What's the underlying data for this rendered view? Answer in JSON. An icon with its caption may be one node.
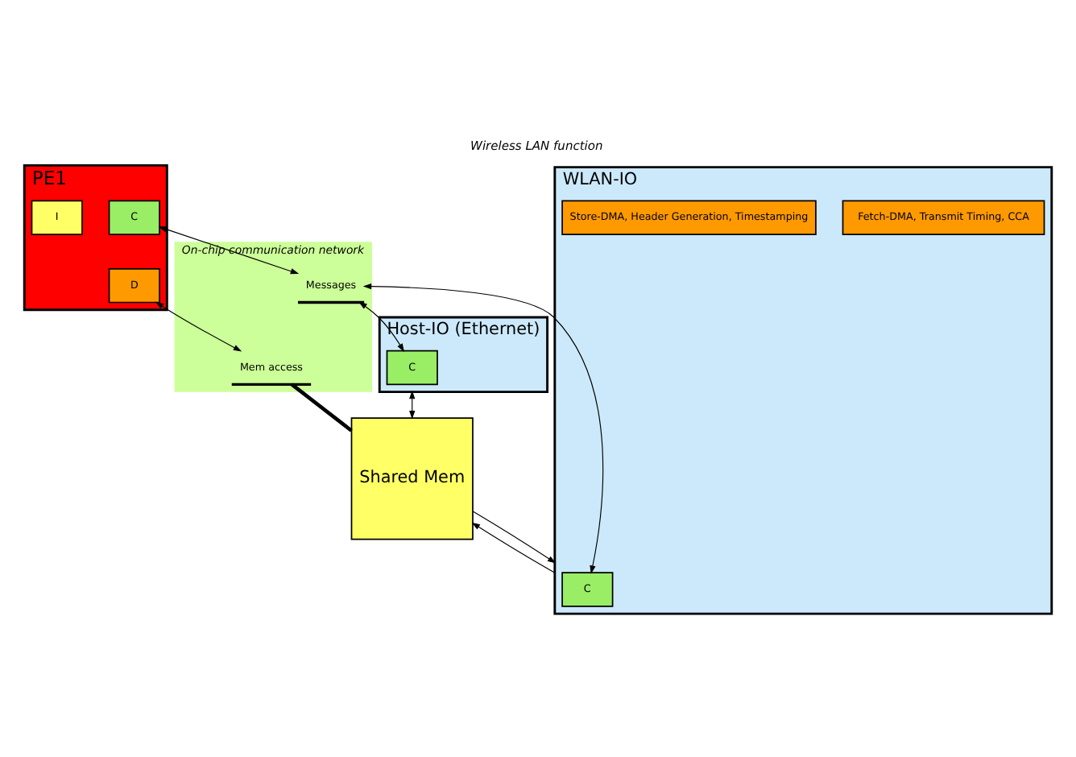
{
  "diagram": {
    "title": "Wireless LAN function",
    "nodes": [
      {
        "text": [
          "PE1"
        ]
      },
      {
        "text": [
          "C"
        ],
        "in": 0
      },
      {
        "text": [
          "D"
        ],
        "in": 0
      },
      {
        "text": [
          "I"
        ],
        "in": 0
      },
      {
        "text": [
          "On-chip communication network"
        ]
      },
      {
        "text": [
          "Mem access"
        ],
        "in": 4
      },
      {
        "text": [
          "Messages"
        ],
        "in": 4
      },
      {
        "text": [
          "Host-IO (Ethernet)"
        ]
      },
      {
        "text": [
          "C"
        ],
        "in": 7
      },
      {
        "text": [
          "Shared Mem"
        ]
      },
      {
        "text": [
          "WLAN-IO"
        ]
      },
      {
        "text": [
          "C"
        ],
        "in": 10
      },
      {
        "text": [
          "Fetch-DMA, Transmit Timing, CCA"
        ],
        "in": 10
      },
      {
        "text": [
          "Store-DMA, Header Generation, Timestamping"
        ],
        "in": 10
      }
    ],
    "edges": [
      {
        "from": 1,
        "to": 6,
        "arrow": "both"
      },
      {
        "from": 2,
        "to": 5,
        "arrow": "both"
      },
      {
        "from": 6,
        "to": 8,
        "arrow": "both"
      },
      {
        "from": 6,
        "to": 11,
        "arrow": "both"
      },
      {
        "from": 5,
        "to": 9,
        "arrow": "none",
        "style": "thick"
      },
      {
        "from": 7,
        "to": 9,
        "arrow": "both"
      },
      {
        "from": 9,
        "to": 10,
        "arrow": "to"
      },
      {
        "from": 10,
        "to": 9,
        "arrow": "to"
      }
    ]
  }
}
